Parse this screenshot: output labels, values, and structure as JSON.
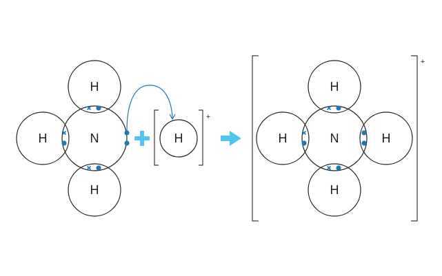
{
  "labels": {
    "nitrogen": "N",
    "hydrogen": "H",
    "hydrogen_ion": "H",
    "ion_charge": "+",
    "product_charge": "+"
  },
  "colors": {
    "electron": "#1f77b4",
    "plus_sign": "#4ec4ee",
    "reaction_arrow": "#4ec4ee",
    "outline": "#1e1e1e"
  },
  "icons": {
    "plus_sign": "plus-icon",
    "reaction_arrow": "right-arrow-icon",
    "transfer_arrow": "curved-arrow-icon"
  }
}
